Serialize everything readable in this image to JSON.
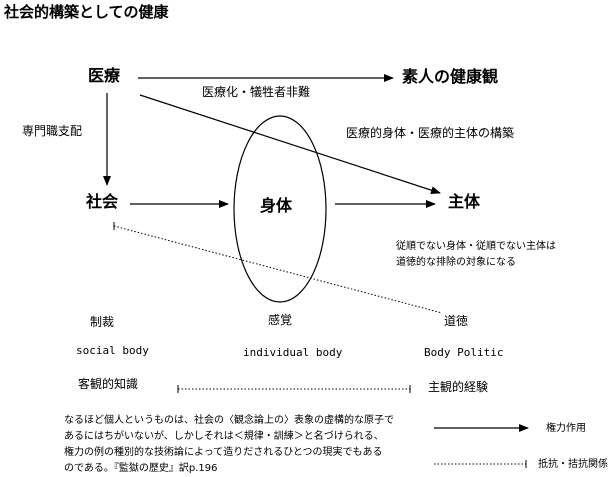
{
  "title": "社会的構築としての健康",
  "nodes": {
    "iryo": "医療",
    "shirouto": "素人の健康観",
    "shakai": "社会",
    "shintai": "身体",
    "shutai": "主体"
  },
  "edge_labels": {
    "iryoka": "医療化・犠牲者非難",
    "senmon": "専門職支配",
    "iryoteki": "医療的身体・医療的主体の構築",
    "jujun_1": "従順でない身体・従順でない主体は",
    "jujun_2": "道徳的な排除の対象になる"
  },
  "columns": [
    {
      "ja": "制裁",
      "en": "social body"
    },
    {
      "ja": "感覚",
      "en": "individual body"
    },
    {
      "ja": "道徳",
      "en": "Body Politic"
    }
  ],
  "axis": {
    "left": "客観的知識",
    "right": "主観的経験"
  },
  "quote": [
    "なるほど個人というものは、社会の〈観念論上の〉表象の虚構的な原子で",
    "あるにはちがいないが、しかしそれは＜規律・訓練＞と名づけられる、",
    "権力の例の種別的な技術論によって造りだされるひとつの現実でもある",
    "のである。『監獄の歴史』訳p.196"
  ],
  "legend": {
    "power": "権力作用",
    "resistance": "抵抗・拮抗関係"
  }
}
